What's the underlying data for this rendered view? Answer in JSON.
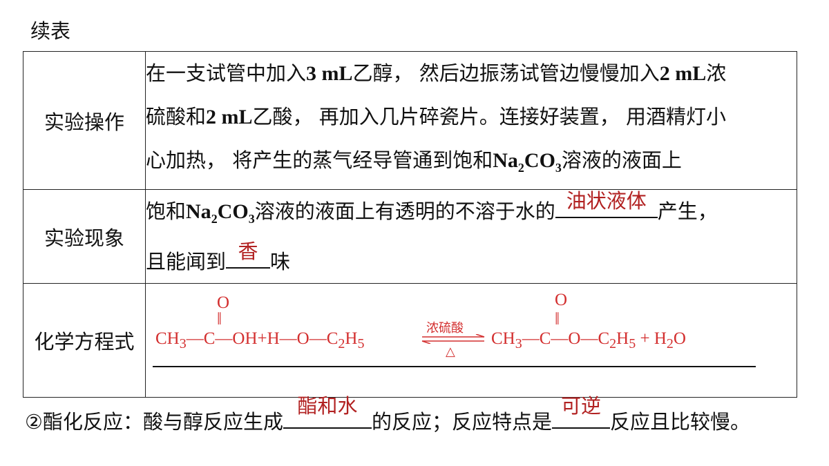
{
  "caption": "续表",
  "rows": {
    "operation": {
      "label": "实验操作",
      "l1a": "在一支试管中加入",
      "l1b": "3 mL",
      "l1c": "乙醇， 然后边振荡试管边慢慢加入",
      "l1d": "2 mL",
      "l1e": "浓",
      "l2a": "硫酸和",
      "l2b": "2 mL",
      "l2c": "乙酸， 再加入几片碎瓷片。连接好装置， 用酒精灯小",
      "l3a": "心加热， 将产生的蒸气经导管通到饱和",
      "l3b": "Na",
      "l3c": "2",
      "l3d": "CO",
      "l3e": "3",
      "l3f": "溶液的液面上"
    },
    "phenomenon": {
      "label": "实验现象",
      "l1a": "饱和",
      "l1b": "Na",
      "l1c": "2",
      "l1d": "CO",
      "l1e": "3",
      "l1f": "溶液的液面上有透明的不溶于水的",
      "answer1": "油状液体",
      "l1g": "产生，",
      "l2a": "且能闻到",
      "answer2": "香",
      "l2b": "味"
    },
    "equation": {
      "label": "化学方程式",
      "o1": "O",
      "dbl1": "‖",
      "lhs_ch3": "CH",
      "lhs_3": "3",
      "lhs_c": "—C—OH",
      "plus1": "+H—O—C",
      "lhs_2": "2",
      "lhs_h5": "H",
      "lhs_5": "5",
      "cond_top": "浓硫酸",
      "cond_bottom": "△",
      "o2": "O",
      "dbl2": "‖",
      "rhs_ch3": "CH",
      "rhs_3": "3",
      "rhs_c": "—C—O—C",
      "rhs_2": "2",
      "rhs_h": "H",
      "rhs_5": "5",
      "plus2": "+",
      "h2o_h": "H",
      "h2o_2": "2",
      "h2o_o": "O"
    }
  },
  "bottom": {
    "a": "②酯化反应：酸与醇反应生成",
    "answer1": "酯和水",
    "b": "的反应；反应特点是",
    "answer2": "可逆",
    "c": "反应且比较慢。"
  }
}
